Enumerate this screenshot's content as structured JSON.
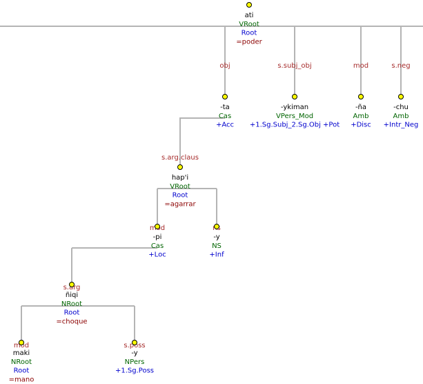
{
  "colors": {
    "word": "#000000",
    "pos": "#006400",
    "gloss": "#0000cd",
    "translation": "#8b0000",
    "edge_label": "#a52a2a",
    "edge": "#b4b4b4",
    "node_dot": "#ffff00"
  },
  "nodes": [
    {
      "id": "ati",
      "lines": [
        {
          "t": "ati",
          "k": "word"
        },
        {
          "t": "VRoot",
          "k": "pos"
        },
        {
          "t": "Root",
          "k": "gloss"
        },
        {
          "t": "=poder",
          "k": "translation"
        }
      ]
    },
    {
      "id": "ta",
      "lines": [
        {
          "t": "-ta",
          "k": "word"
        },
        {
          "t": "Cas",
          "k": "pos"
        },
        {
          "t": "+Acc",
          "k": "gloss"
        }
      ]
    },
    {
      "id": "ykiman",
      "lines": [
        {
          "t": "-ykiman",
          "k": "word"
        },
        {
          "t": "VPers_Mod",
          "k": "pos"
        },
        {
          "t": "+1.Sg.Subj_2.Sg.Obj  +Pot",
          "k": "gloss"
        }
      ]
    },
    {
      "id": "na",
      "lines": [
        {
          "t": "-ña",
          "k": "word"
        },
        {
          "t": "Amb",
          "k": "pos"
        },
        {
          "t": "+Disc",
          "k": "gloss"
        }
      ]
    },
    {
      "id": "chu",
      "lines": [
        {
          "t": "-chu",
          "k": "word"
        },
        {
          "t": "Amb",
          "k": "pos"
        },
        {
          "t": "+Intr_Neg",
          "k": "gloss"
        }
      ]
    },
    {
      "id": "hapi",
      "lines": [
        {
          "t": "hap'i",
          "k": "word"
        },
        {
          "t": "VRoot",
          "k": "pos"
        },
        {
          "t": "Root",
          "k": "gloss"
        },
        {
          "t": "=agarrar",
          "k": "translation"
        }
      ]
    },
    {
      "id": "pi",
      "lines": [
        {
          "t": "-pi",
          "k": "word"
        },
        {
          "t": "Cas",
          "k": "pos"
        },
        {
          "t": "+Loc",
          "k": "gloss"
        }
      ]
    },
    {
      "id": "y1",
      "lines": [
        {
          "t": "-y",
          "k": "word"
        },
        {
          "t": "NS",
          "k": "pos"
        },
        {
          "t": "+Inf",
          "k": "gloss"
        }
      ]
    },
    {
      "id": "niqi",
      "lines": [
        {
          "t": "ñiqi",
          "k": "word"
        },
        {
          "t": "NRoot",
          "k": "pos"
        },
        {
          "t": "Root",
          "k": "gloss"
        },
        {
          "t": "=choque",
          "k": "translation"
        }
      ]
    },
    {
      "id": "maki",
      "lines": [
        {
          "t": "maki",
          "k": "word"
        },
        {
          "t": "NRoot",
          "k": "pos"
        },
        {
          "t": "Root",
          "k": "gloss"
        },
        {
          "t": "=mano",
          "k": "translation"
        }
      ]
    },
    {
      "id": "y2",
      "lines": [
        {
          "t": "-y",
          "k": "word"
        },
        {
          "t": "NPers",
          "k": "pos"
        },
        {
          "t": "+1.Sg.Poss",
          "k": "gloss"
        }
      ]
    }
  ],
  "edges": [
    {
      "from": "ati",
      "to": "ta",
      "label": "obj"
    },
    {
      "from": "ati",
      "to": "ykiman",
      "label": "s.subj_obj"
    },
    {
      "from": "ati",
      "to": "na",
      "label": "mod"
    },
    {
      "from": "ati",
      "to": "chu",
      "label": "s.neg"
    },
    {
      "from": "ta",
      "to": "hapi",
      "label": "s.arg.claus"
    },
    {
      "from": "hapi",
      "to": "pi",
      "label": "mod"
    },
    {
      "from": "hapi",
      "to": "y1",
      "label": "ns"
    },
    {
      "from": "pi",
      "to": "niqi",
      "label": "s.arg"
    },
    {
      "from": "niqi",
      "to": "maki",
      "label": "mod"
    },
    {
      "from": "niqi",
      "to": "y2",
      "label": "s.poss"
    }
  ]
}
